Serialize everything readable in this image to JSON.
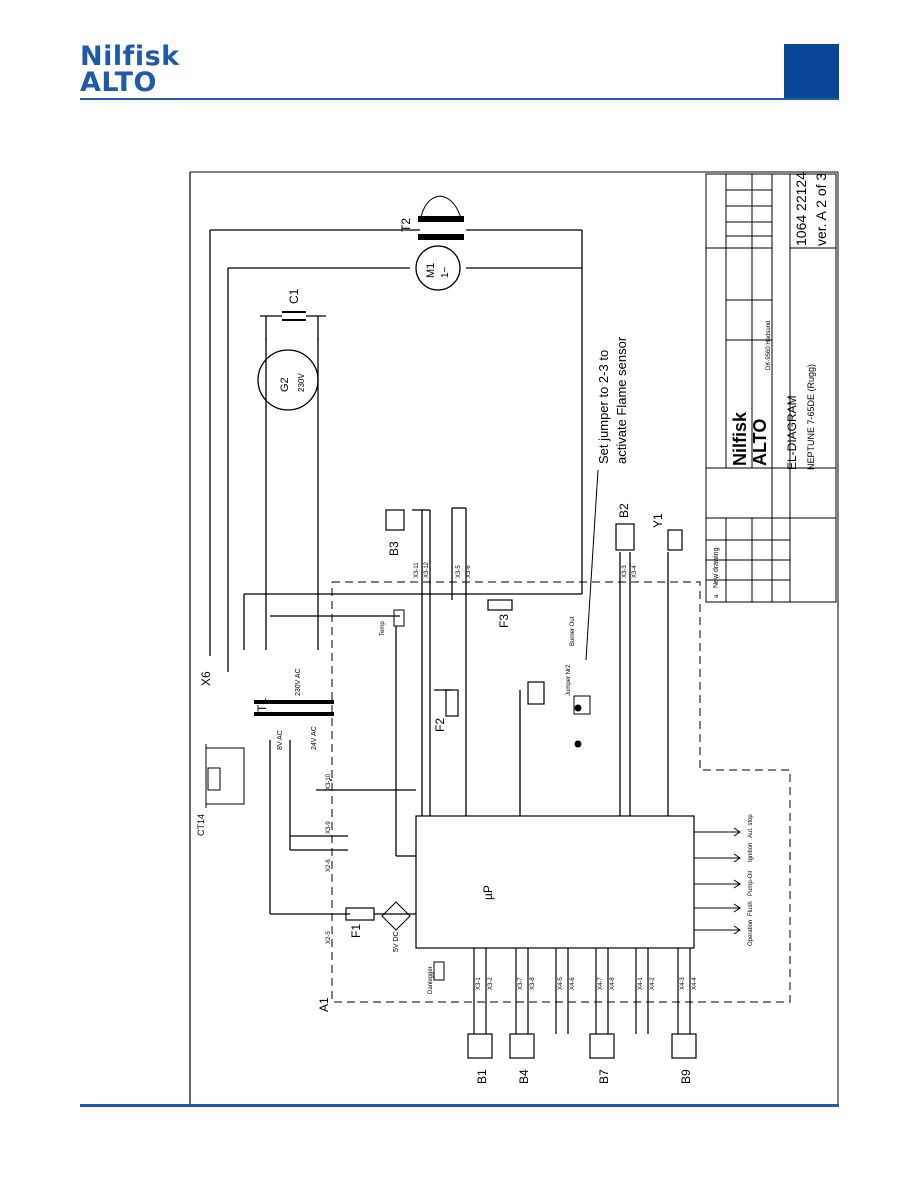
{
  "brand": {
    "line1": "Nilfisk",
    "line2": "ALTO",
    "color": "#1d5aa8",
    "tab_color": "#0a4496"
  },
  "diagram": {
    "note": [
      "Set jumper to 2-3 to",
      "activate Flame sensor"
    ],
    "components": {
      "A1": "A1",
      "F1": "F1",
      "F2": "F2",
      "F3": "F3",
      "T1": "T1",
      "T2": "T2",
      "X6": "X6",
      "CT14": "CT14",
      "G2": "G2",
      "G2_voltage": "230V",
      "C1": "C1",
      "M1": "M1",
      "M1_sym": "1~",
      "B1": "B1",
      "B2": "B2",
      "B3": "B3",
      "B4": "B4",
      "B7": "B7",
      "B9": "B9",
      "Y1": "Y1",
      "uP": "µP"
    },
    "labels": {
      "temp": "Temp",
      "burner_out": "Burner Out",
      "jumper": "Jumper Nr2",
      "dvc5": "5V DC",
      "ac8": "8V AC",
      "ac230": "230V AC",
      "ac24": "24V AC",
      "danlegger": "Danlegger"
    },
    "terminals": [
      "X3-1",
      "X3-2",
      "X3-7",
      "X3-8",
      "X4-5",
      "X4-6",
      "X4-7",
      "X4-8",
      "X4-1",
      "X4-2",
      "X4-3",
      "X4-4",
      "X2-5",
      "X2-6",
      "X3-9",
      "X3-10",
      "X3-11",
      "X3-12",
      "X3-5",
      "X3-6",
      "X3-3",
      "X3-4"
    ],
    "leds": [
      "Operation",
      "Flush",
      "Pump-Oil",
      "Ignition",
      "Aut. stop"
    ]
  },
  "title_block": {
    "title": "EL-DIAGRAM",
    "subtitle": "NEPTUNE 7-65DE (Rugg)",
    "number": "1064 22124",
    "version": "ver. A  2 of 3",
    "company": "DK-9560 Hadsund",
    "brand_line1": "Nilfisk",
    "brand_line2": "ALTO",
    "revision": "New drawing",
    "rev_letter": "a"
  }
}
